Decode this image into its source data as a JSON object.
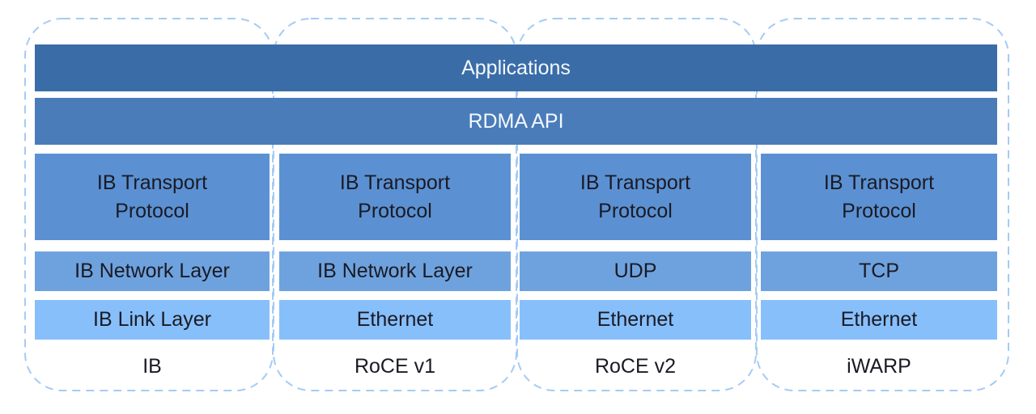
{
  "diagram": {
    "bars": {
      "applications": "Applications",
      "rdma_api": "RDMA API"
    },
    "columns": [
      {
        "name": "IB",
        "transport": "IB Transport Protocol",
        "network": "IB Network Layer",
        "link": "IB Link Layer"
      },
      {
        "name": "RoCE v1",
        "transport": "IB Transport Protocol",
        "network": "IB Network Layer",
        "link": "Ethernet"
      },
      {
        "name": "RoCE v2",
        "transport": "IB Transport Protocol",
        "network": "UDP",
        "link": "Ethernet"
      },
      {
        "name": "iWARP",
        "transport": "IB Transport Protocol",
        "network": "TCP",
        "link": "Ethernet"
      }
    ],
    "palette": {
      "applications_bg": "#3A6DA8",
      "rdma_api_bg": "#4A7CBA",
      "transport_bg": "#5B91D2",
      "network_bg": "#6EA2DE",
      "link_bg": "#87BFFB",
      "outline_dash": "#A5CBF3",
      "bar_text": "#F4F8FC",
      "box_text": "#1A1A24"
    }
  }
}
